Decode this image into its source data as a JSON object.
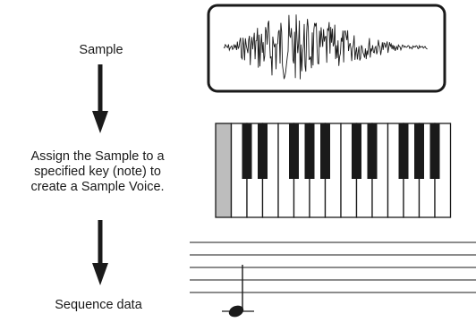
{
  "labels": {
    "sample": "Sample",
    "assign_lines": [
      "Assign the Sample to a",
      "specified key (note) to",
      "create a Sample Voice."
    ],
    "sequence": "Sequence data"
  },
  "icons": [
    "waveform-icon",
    "keyboard-icon",
    "staff-note-icon",
    "arrow-down-icon"
  ],
  "colors": {
    "ink": "#1a1a1a",
    "assigned_key": "#bdbdbd",
    "white_key": "#ffffff"
  }
}
